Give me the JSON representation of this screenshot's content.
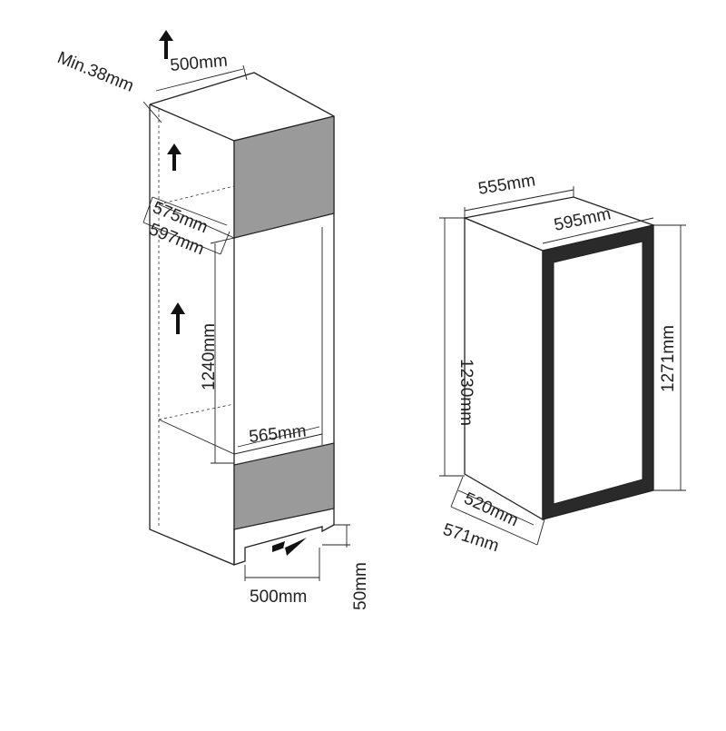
{
  "cabinet": {
    "vent_top_depth": "500mm",
    "min_gap": "Min.38mm",
    "niche_depth": "575mm",
    "niche_width": "597mm",
    "niche_height": "1240mm",
    "inner_width": "565mm",
    "plinth_depth": "500mm",
    "plinth_height": "50mm"
  },
  "appliance": {
    "top_depth": "555mm",
    "front_width": "595mm",
    "body_height": "1230mm",
    "total_height": "1271mm",
    "base_depth": "520mm",
    "total_depth": "571mm"
  },
  "colors": {
    "line": "#222222",
    "panel": "#9a9a9a",
    "door_frame": "#2a2a2a"
  }
}
